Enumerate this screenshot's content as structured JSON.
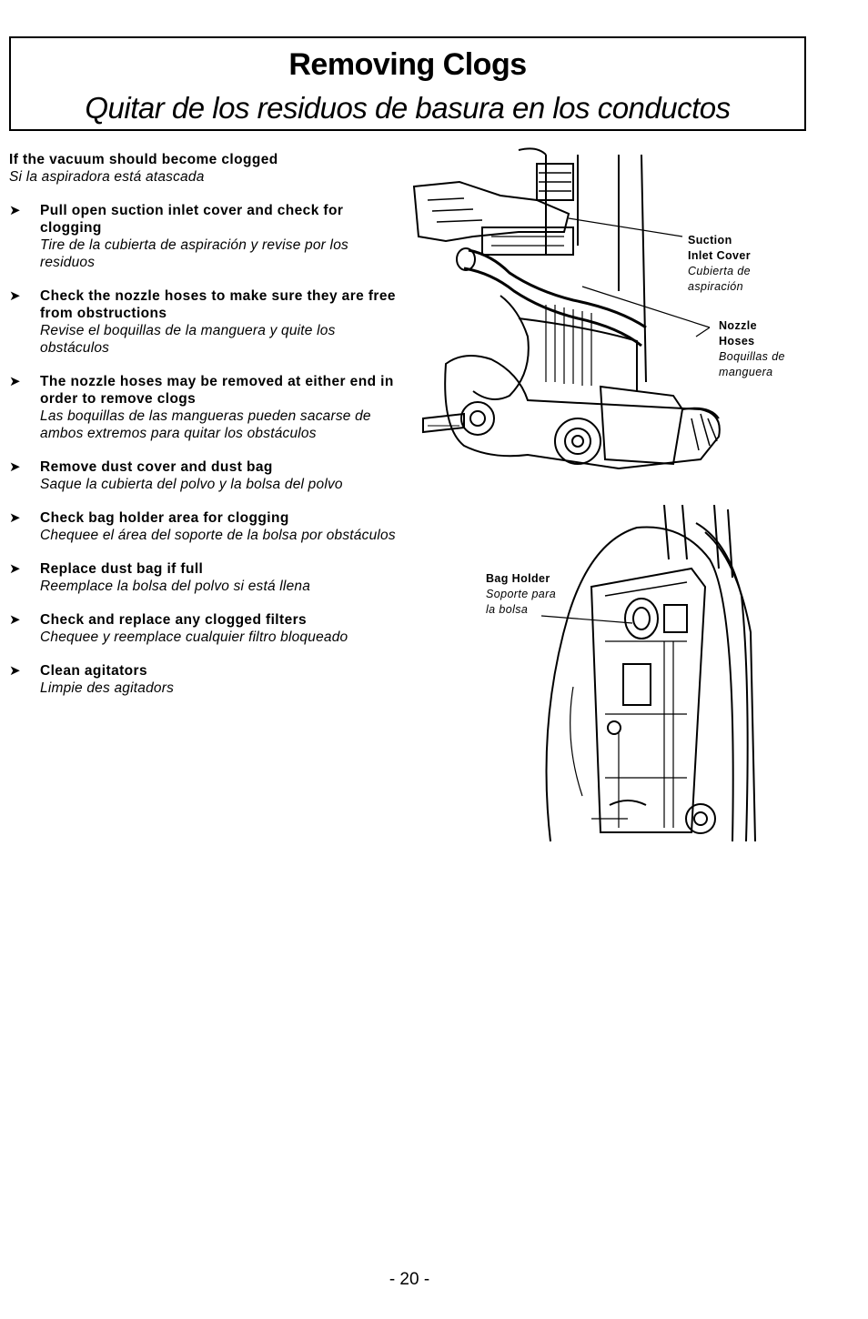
{
  "header": {
    "title_en": "Removing Clogs",
    "title_es": "Quitar de los residuos de basura en los conductos"
  },
  "intro": {
    "en": "If the vacuum should become clogged",
    "es": "Si la aspiradora está atascada"
  },
  "steps": [
    {
      "en": "Pull open suction inlet cover and check for clogging",
      "es": "Tire de la cubierta de aspiración y revise por los residuos"
    },
    {
      "en": "Check the nozzle hoses to make sure they are free from obstructions",
      "es": "Revise el boquillas de la manguera y quite los obstáculos"
    },
    {
      "en": "The nozzle hoses may be removed at either end in order to remove clogs",
      "es": "Las boquillas de las mangueras pueden sacarse de ambos extremos para quitar los obstáculos"
    },
    {
      "en": "Remove dust cover and dust bag",
      "es": "Saque la cubierta del polvo y la bolsa del polvo"
    },
    {
      "en": "Check bag holder area for clogging",
      "es": "Chequee el área del soporte de la bolsa por obstáculos"
    },
    {
      "en": "Replace dust bag if full",
      "es": "Reemplace la bolsa del polvo si está llena"
    },
    {
      "en": "Check and replace any clogged filters",
      "es": "Chequee y reemplace cualquier filtro bloqueado"
    },
    {
      "en": "Clean agitators",
      "es": "Limpie des agitadors"
    }
  ],
  "labels": {
    "suction_en_1": "Suction",
    "suction_en_2": "Inlet Cover",
    "suction_es_1": "Cubierta de",
    "suction_es_2": "aspiración",
    "nozzle_en_1": "Nozzle",
    "nozzle_en_2": "Hoses",
    "nozzle_es_1": "Boquillas de",
    "nozzle_es_2": "manguera",
    "bag_en": "Bag Holder",
    "bag_es_1": "Soporte para",
    "bag_es_2": "la bolsa"
  },
  "footer": {
    "page": "- 20 -"
  },
  "arrow_glyph": "➤"
}
